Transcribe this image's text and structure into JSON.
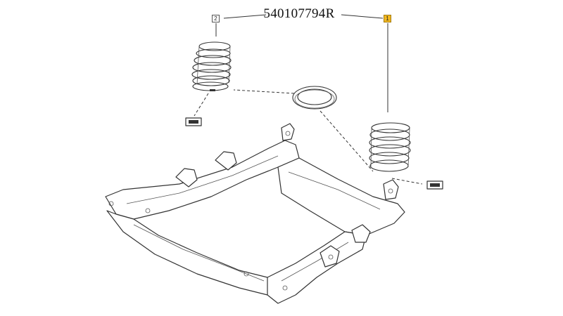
{
  "diagram": {
    "part_number": "540107794R",
    "callouts": [
      {
        "label": "2",
        "highlight_color": "#ffffff"
      },
      {
        "label": "1",
        "highlight_color": "#f2b820"
      }
    ],
    "parts": [
      "coil-spring-left",
      "spring-seat-insulator",
      "coil-spring-right",
      "front-subframe"
    ],
    "colors": {
      "line": "#333333",
      "callout_highlight": "#f2b820",
      "background": "#ffffff"
    }
  }
}
